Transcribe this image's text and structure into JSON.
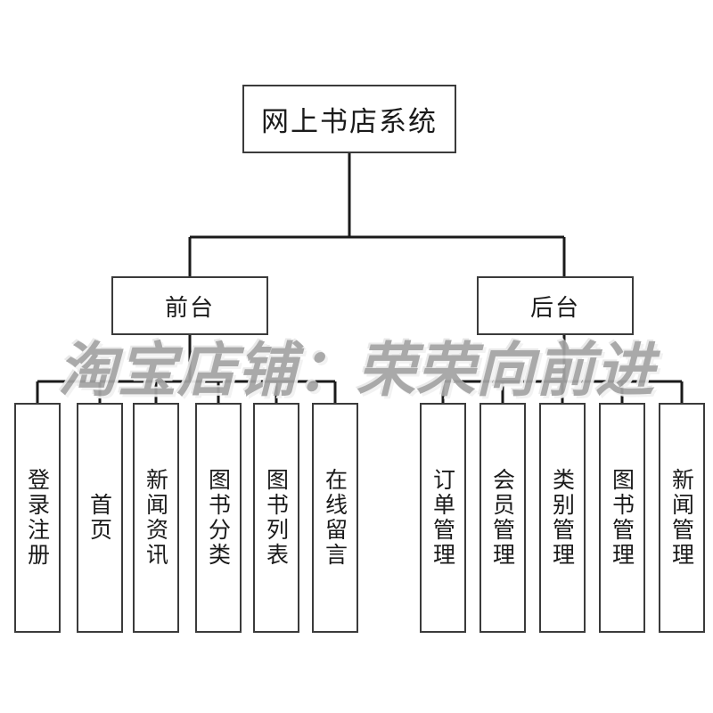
{
  "diagram": {
    "type": "tree",
    "title": "网上书店系统",
    "root": {
      "id": "root",
      "label": "网上书店系统"
    },
    "branches": [
      {
        "id": "frontend",
        "label": "前台"
      },
      {
        "id": "backend",
        "label": "后台"
      }
    ],
    "frontend_leaves": [
      {
        "id": "login-register",
        "label": "登录注册"
      },
      {
        "id": "home",
        "label": "首页"
      },
      {
        "id": "news",
        "label": "新闻资讯"
      },
      {
        "id": "book-category",
        "label": "图书分类"
      },
      {
        "id": "book-list",
        "label": "图书列表"
      },
      {
        "id": "online-message",
        "label": "在线留言"
      }
    ],
    "backend_leaves": [
      {
        "id": "order-mgmt",
        "label": "订单管理"
      },
      {
        "id": "member-mgmt",
        "label": "会员管理"
      },
      {
        "id": "category-mgmt",
        "label": "类别管理"
      },
      {
        "id": "book-mgmt",
        "label": "图书管理"
      },
      {
        "id": "news-mgmt",
        "label": "新闻管理"
      }
    ],
    "colors": {
      "background": "#ffffff",
      "box_border": "#3b3b3b",
      "connector": "#1a1a1a",
      "text": "#1a1a1a",
      "watermark": "#a3a3a3"
    }
  },
  "watermark": {
    "text": "淘宝店铺：荣荣向前进"
  }
}
